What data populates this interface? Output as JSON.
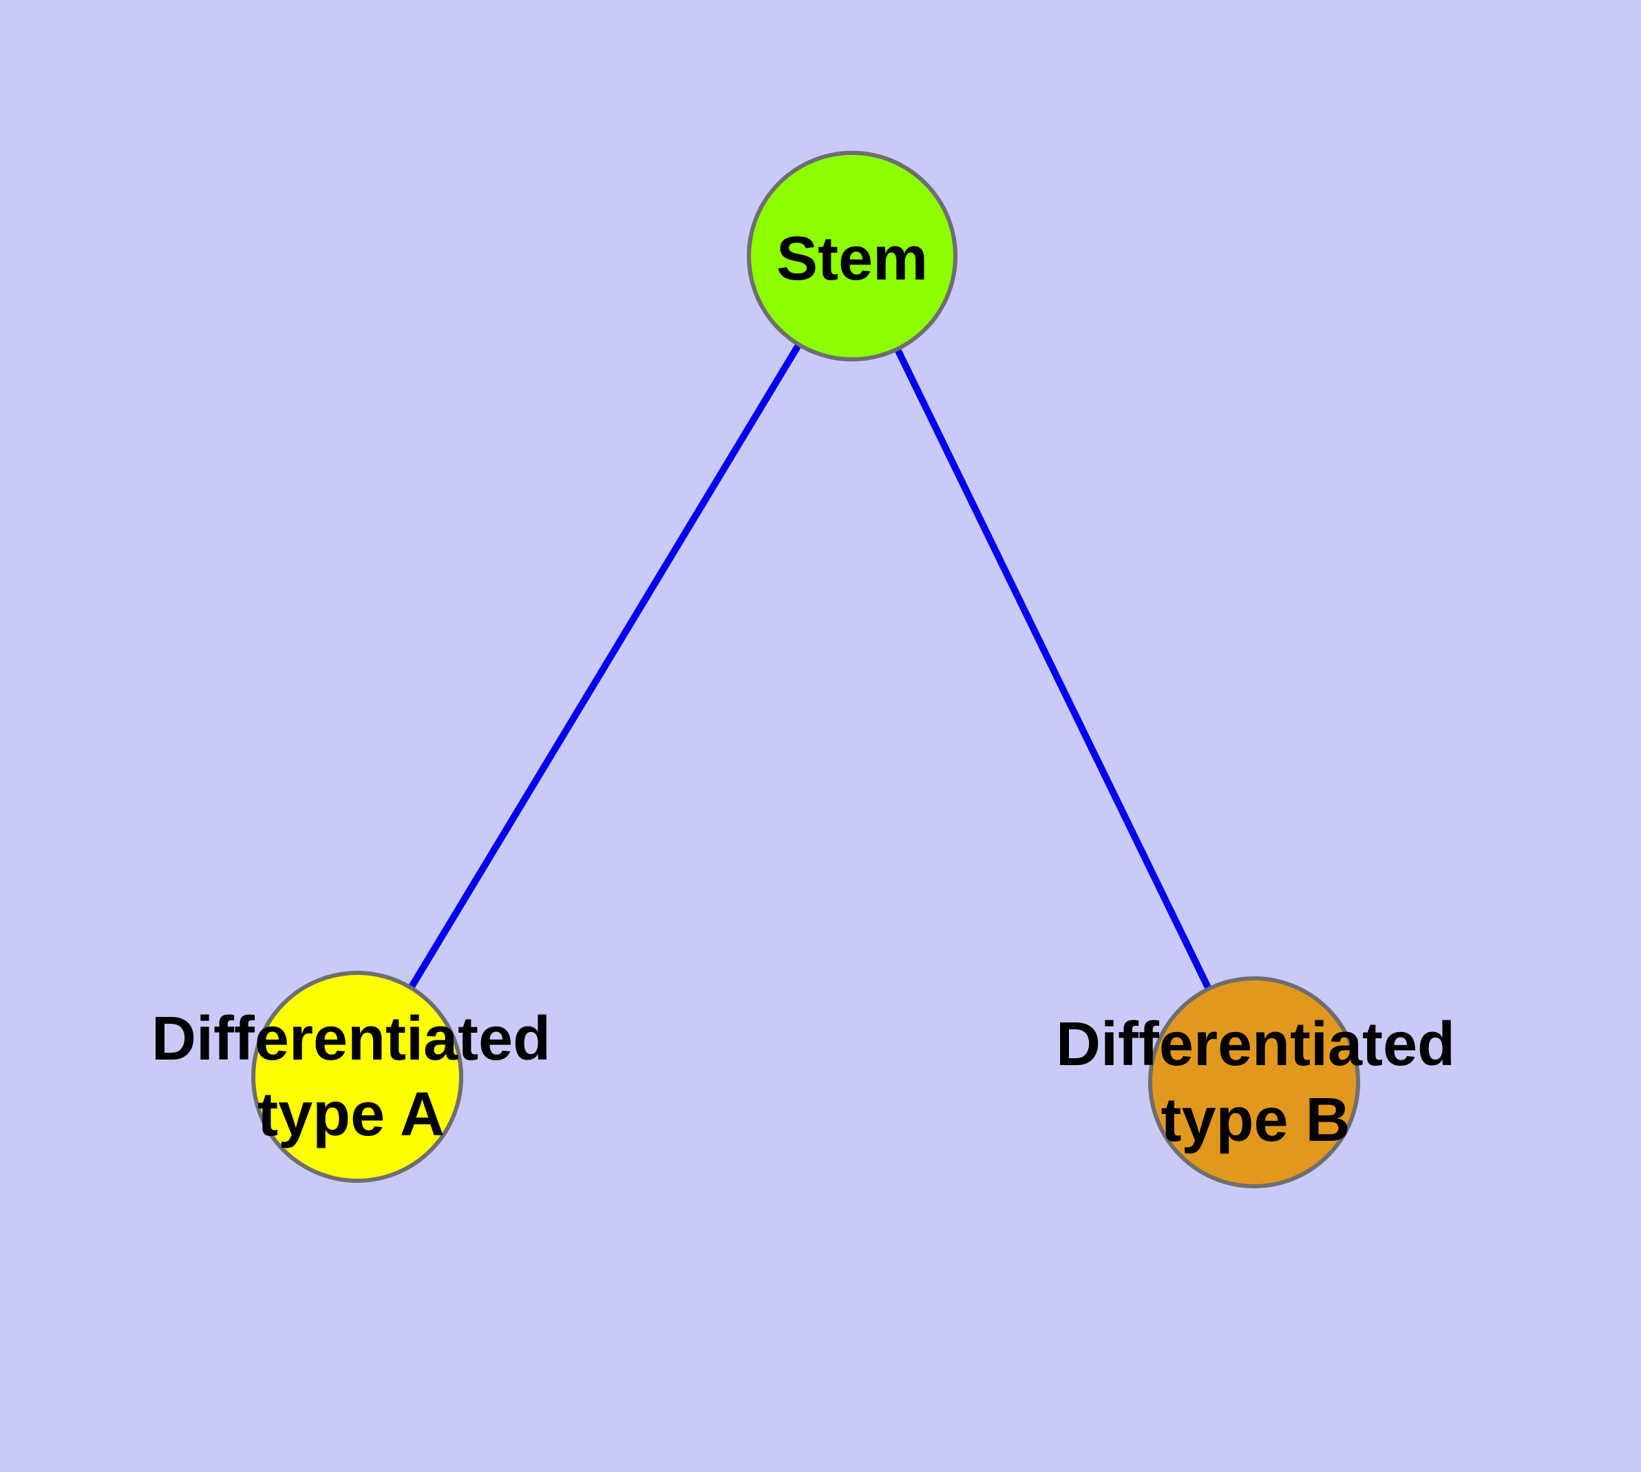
{
  "diagram": {
    "type": "node-link-graph",
    "colors": {
      "background": "#CACAF8",
      "edge": "#0000EE",
      "node_border": "#6E6E6E",
      "label": "#000000"
    },
    "nodes": [
      {
        "id": "stem",
        "label_lines": [
          "Stem"
        ],
        "fill": "#8CFF00"
      },
      {
        "id": "differentiated-type-a",
        "label_lines": [
          "Differentiated",
          "type A"
        ],
        "fill": "#FFFF00"
      },
      {
        "id": "differentiated-type-b",
        "label_lines": [
          "Differentiated",
          "type B"
        ],
        "fill": "#E2981E"
      }
    ],
    "edges": [
      {
        "from": "stem",
        "to": "differentiated-type-a"
      },
      {
        "from": "stem",
        "to": "differentiated-type-b"
      }
    ]
  }
}
